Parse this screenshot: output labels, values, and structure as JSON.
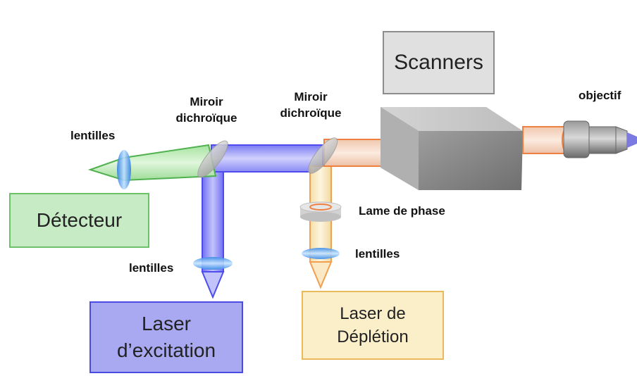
{
  "components": {
    "scanners": "Scanners",
    "detector": "Détecteur",
    "excitation_laser": {
      "line1": "Laser",
      "line2": "d’excitation"
    },
    "depletion_laser": {
      "line1": "Laser de",
      "line2": "Déplétion"
    }
  },
  "labels": {
    "lenses_detector": "lentilles",
    "lenses_excitation": "lentilles",
    "lenses_depletion": "lentilles",
    "dichroic_mirror_1": {
      "line1": "Miroir",
      "line2": "dichroïque"
    },
    "dichroic_mirror_2": {
      "line1": "Miroir",
      "line2": "dichroïque"
    },
    "phase_plate": "Lame de phase",
    "objective": "objectif"
  },
  "colors": {
    "excitation_beam": "#4d4dee",
    "depletion_beam": "#f0a050",
    "detection_beam": "#5ec25e",
    "detector_box": "#c7ebc4",
    "excitation_box": "#a9a9f2",
    "depletion_box": "#fbefc9",
    "scanners_box": "#e0e0e0"
  }
}
